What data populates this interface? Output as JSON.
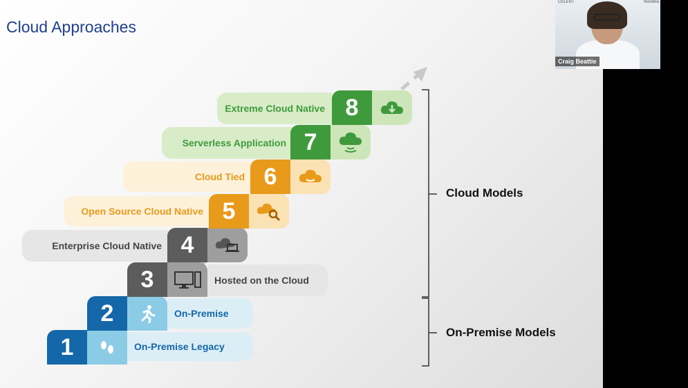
{
  "slide": {
    "title": "Cloud Approaches",
    "groups": {
      "cloud": "Cloud Models",
      "premise": "On-Premise Models"
    },
    "steps": [
      {
        "num": "1",
        "label": "On-Premise Legacy",
        "icon": "footprints-icon"
      },
      {
        "num": "2",
        "label": "On-Premise",
        "icon": "running-person-icon"
      },
      {
        "num": "3",
        "label": "Hosted on the Cloud",
        "icon": "desktop-computer-icon"
      },
      {
        "num": "4",
        "label": "Enterprise Cloud Native",
        "icon": "cloud-laptop-icon"
      },
      {
        "num": "5",
        "label": "Open Source Cloud Native",
        "icon": "cloud-search-icon"
      },
      {
        "num": "6",
        "label": "Cloud Tied",
        "icon": "cloud-icon"
      },
      {
        "num": "7",
        "label": "Serverless Application",
        "icon": "cloud-signal-icon"
      },
      {
        "num": "8",
        "label": "Extreme Cloud Native",
        "icon": "cloud-download-icon"
      }
    ],
    "colors": {
      "title": "#1f3f8f",
      "blue_dark": "#1467a8",
      "blue_light": "#8ccbe6",
      "grey_dark": "#5c5c5c",
      "grey_light": "#9e9e9e",
      "orange_dark": "#e89a1a",
      "orange_light": "#fbe2b4",
      "green_dark": "#3f9a3c",
      "green_light": "#cde6b9"
    }
  },
  "webcam": {
    "name": "Craig Beattie",
    "corner_left": "CELENT",
    "corner_right": "Novidea"
  }
}
